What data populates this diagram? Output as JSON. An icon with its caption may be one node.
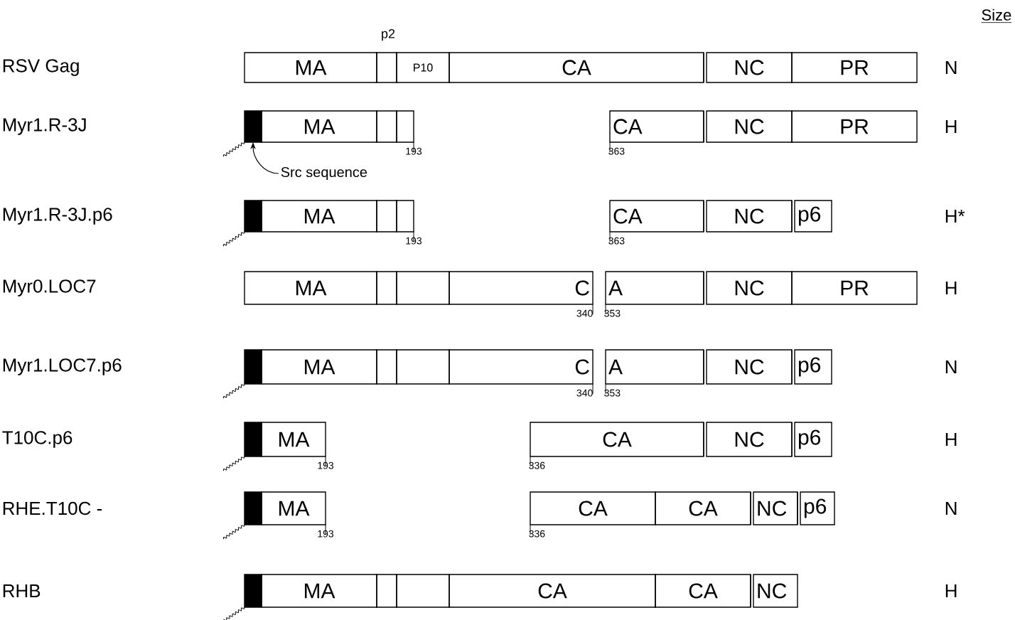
{
  "diagram": {
    "nodes": [
      {
        "text": [
          "MA"
        ]
      },
      {
        "text": [],
        "shape": "box"
      },
      {
        "text": [
          "P10"
        ]
      },
      {
        "text": [
          "CA"
        ]
      },
      {
        "text": [
          "NC"
        ]
      },
      {
        "text": [
          "PR"
        ]
      },
      {
        "text": [],
        "shape": "bar"
      },
      {
        "text": [
          "MA"
        ]
      },
      {
        "text": [],
        "shape": "box"
      },
      {
        "text": [],
        "shape": "box"
      },
      {
        "text": [
          "CA"
        ]
      },
      {
        "text": [
          "NC"
        ]
      },
      {
        "text": [
          "PR"
        ]
      },
      {
        "text": [
          "Src sequence"
        ]
      },
      {
        "text": [],
        "shape": "bar"
      },
      {
        "text": [
          "MA"
        ]
      },
      {
        "text": [],
        "shape": "box"
      },
      {
        "text": [],
        "shape": "box"
      },
      {
        "text": [
          "CA"
        ]
      },
      {
        "text": [
          "NC"
        ]
      },
      {
        "text": [
          "p6"
        ]
      },
      {
        "text": [
          "MA"
        ]
      },
      {
        "text": [],
        "shape": "box"
      },
      {
        "text": [],
        "shape": "box"
      },
      {
        "text": [
          "C"
        ]
      },
      {
        "text": [
          "A"
        ]
      },
      {
        "text": [
          "NC"
        ]
      },
      {
        "text": [
          "PR"
        ]
      },
      {
        "text": [],
        "shape": "bar"
      },
      {
        "text": [
          "MA"
        ]
      },
      {
        "text": [],
        "shape": "box"
      },
      {
        "text": [],
        "shape": "box"
      },
      {
        "text": [
          "C"
        ]
      },
      {
        "text": [
          "A"
        ]
      },
      {
        "text": [
          "NC"
        ]
      },
      {
        "text": [
          "p6"
        ]
      },
      {
        "text": [],
        "shape": "bar"
      },
      {
        "text": [
          "MA"
        ]
      },
      {
        "text": [
          "CA"
        ]
      },
      {
        "text": [
          "NC"
        ]
      },
      {
        "text": [
          "p6"
        ]
      },
      {
        "text": [],
        "shape": "bar"
      },
      {
        "text": [
          "MA"
        ]
      },
      {
        "text": [
          "CA"
        ]
      },
      {
        "text": [
          "CA"
        ]
      },
      {
        "text": [
          "NC"
        ]
      },
      {
        "text": [
          "p6"
        ]
      },
      {
        "text": [],
        "shape": "bar"
      },
      {
        "text": [
          "MA"
        ]
      },
      {
        "text": [],
        "shape": "box"
      },
      {
        "text": [],
        "shape": "box"
      },
      {
        "text": [
          "CA"
        ]
      },
      {
        "text": [
          "CA"
        ]
      },
      {
        "text": [
          "NC"
        ]
      }
    ],
    "edges": [
      {
        "from": 13,
        "to": 6,
        "arrow": "to"
      }
    ],
    "labels": [
      "Size",
      "RSV Gag",
      "p2",
      "N",
      "Myr1.R-3J",
      "193",
      "363",
      "H",
      "Myr1.R-3J.p6",
      "193",
      "363",
      "H*",
      "Myr0.LOC7",
      "340",
      "353",
      "H",
      "Myr1.LOC7.p6",
      "340",
      "353",
      "N",
      "T10C.p6",
      "193",
      "336",
      "H",
      "RHE.T10C -",
      "193",
      "336",
      "N",
      "RHB",
      "H"
    ]
  }
}
